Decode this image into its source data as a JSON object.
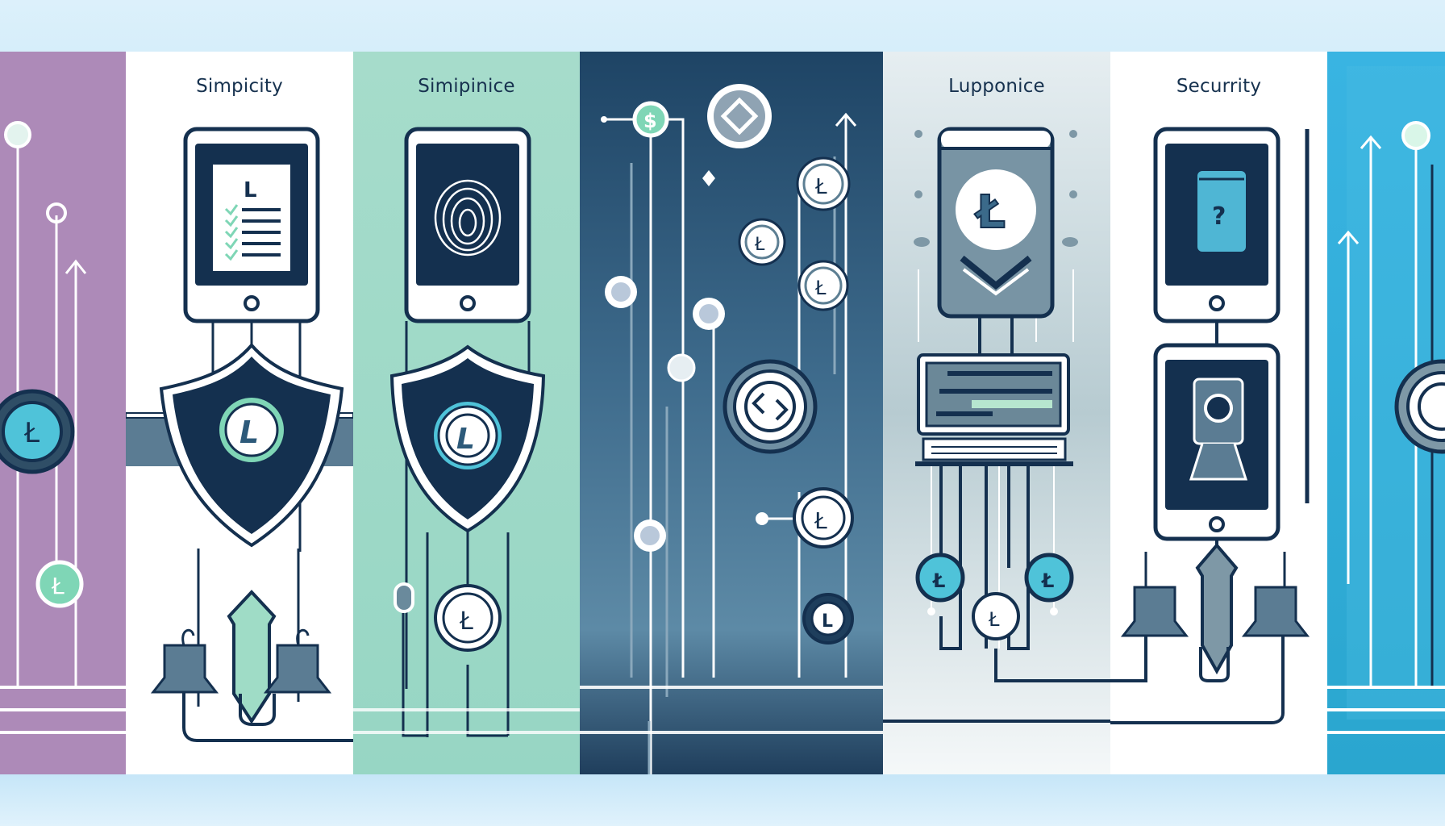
{
  "panels": [
    {
      "id": "purple-edge",
      "title": "",
      "color": "#ad8ab8"
    },
    {
      "id": "simplicity",
      "title": "Simpicity",
      "color": "#ffffff",
      "illustration": [
        "phone-document-checklist-icon",
        "shield-litecoin-icon",
        "bridge-arrow-icon"
      ]
    },
    {
      "id": "simipinice",
      "title": "Simipinice",
      "color": "#a6dccb",
      "illustration": [
        "phone-fingerprint-icon",
        "shield-litecoin-icon",
        "litecoin-coin-icon"
      ]
    },
    {
      "id": "network",
      "title": "",
      "color": "#2e5678",
      "illustration": [
        "dollar-coin-icon",
        "crypto-coin-icon",
        "litecoin-coin-icon",
        "transfer-coin-icon"
      ]
    },
    {
      "id": "lupponice",
      "title": "Lupponice",
      "color": "#c5d6db",
      "illustration": [
        "phone-litecoin-download-icon",
        "computer-terminal-icon",
        "litecoin-coin-icon"
      ]
    },
    {
      "id": "securrity",
      "title": "Securrity",
      "color": "#ffffff",
      "illustration": [
        "phone-question-icon",
        "phone-user-icon",
        "bridge-arrow-icon"
      ]
    },
    {
      "id": "blue-edge",
      "title": "",
      "color": "#35afdc"
    }
  ],
  "colors": {
    "navy": "#14304f",
    "mint": "#7fd6b6",
    "teal": "#4fc3d9",
    "slate": "#5d7f93",
    "background": "#dcf0fb"
  },
  "glyphs": {
    "litecoin": "Ł",
    "letter_l": "L",
    "dollar": "$",
    "question": "?"
  }
}
